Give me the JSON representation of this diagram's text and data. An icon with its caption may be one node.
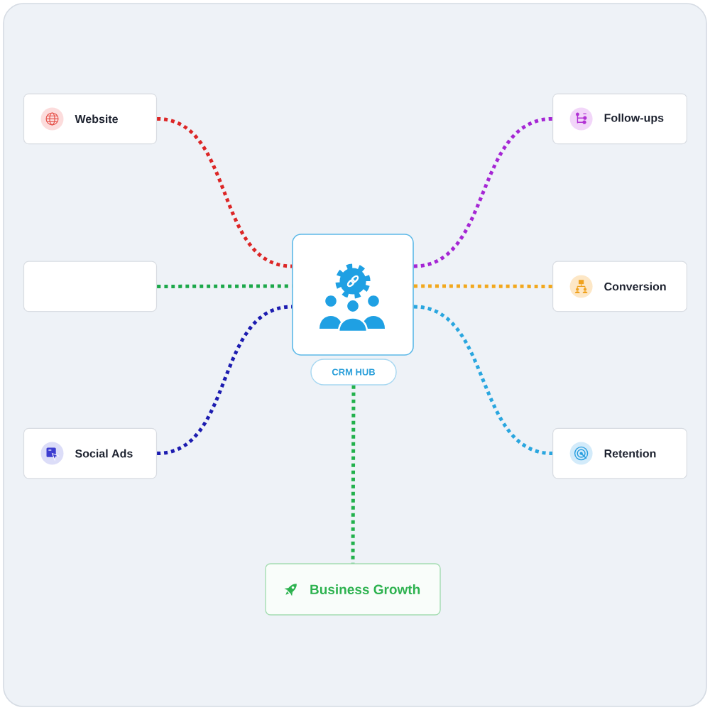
{
  "diagram": {
    "nodes": [
      {
        "text": [
          "Website"
        ]
      },
      {
        "text": [
          "Follow-ups"
        ]
      },
      {
        "text": [],
        "shape": "box"
      },
      {
        "text": [],
        "shape": "box"
      },
      {
        "text": [
          "Conversion"
        ]
      },
      {
        "text": [
          "CRM HUB"
        ]
      },
      {
        "text": [
          "Social Ads"
        ]
      },
      {
        "text": [
          "Retention"
        ]
      },
      {
        "text": [
          "Business Growth"
        ]
      }
    ],
    "edges": [
      {
        "from": 0,
        "to": 3,
        "arrow": "none",
        "color": "#dc2626"
      },
      {
        "from": 2,
        "to": 3,
        "arrow": "none",
        "color": "#1ca84a"
      },
      {
        "from": 6,
        "to": 3,
        "arrow": "none",
        "color": "#1c1cb0"
      },
      {
        "from": 3,
        "to": 1,
        "arrow": "none",
        "color": "#a526d4"
      },
      {
        "from": 3,
        "to": 4,
        "arrow": "none",
        "color": "#f2a81d"
      },
      {
        "from": 3,
        "to": 7,
        "arrow": "none",
        "color": "#29a6df"
      },
      {
        "from": 5,
        "to": 8,
        "arrow": "none",
        "color": "#22b14c"
      }
    ]
  }
}
